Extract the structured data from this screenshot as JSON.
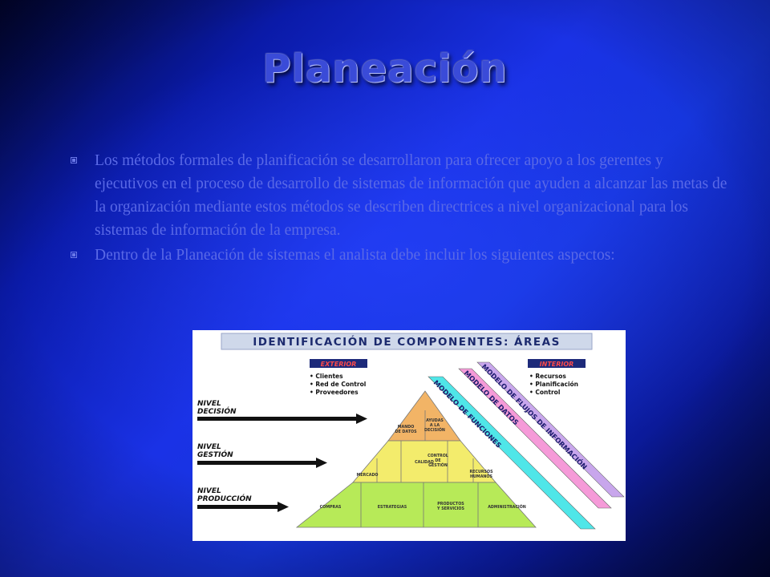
{
  "slide": {
    "title": "Planeación",
    "bullets": [
      "Los métodos formales de planificación se desarrollaron para ofrecer apoyo a los gerentes y ejecutivos en el proceso de desarrollo de sistemas de información que ayuden a alcanzar las metas de la organización mediante estos métodos se describen directrices a nivel organizacional para los sistemas de información de la empresa.",
      "Dentro de la Planeación de sistemas el analista debe incluir los siguientes aspectos:"
    ]
  },
  "figure": {
    "header": "IDENTIFICACIÓN DE COMPONENTES: ÁREAS",
    "exterior": {
      "label": "EXTERIOR",
      "items": [
        "• Clientes",
        "• Red de Control",
        "• Proveedores"
      ]
    },
    "interior": {
      "label": "INTERIOR",
      "items": [
        "• Recursos",
        "• Planificación",
        "• Control"
      ]
    },
    "levels": [
      {
        "line1": "NIVEL",
        "line2": "DECISIÓN"
      },
      {
        "line1": "NIVEL",
        "line2": "GESTIÓN"
      },
      {
        "line1": "NIVEL",
        "line2": "PRODUCCIÓN"
      }
    ],
    "pyramid": {
      "top": [
        "MANDO",
        "DE DATOS"
      ],
      "top_right": [
        "AYUDAS",
        "A LA",
        "DECISIÓN"
      ],
      "mid": [
        "CALIDAD"
      ],
      "mid_right": [
        "CONTROL",
        "DE",
        "GESTIÓN"
      ],
      "mid_left": [
        "MERCADO"
      ],
      "mid_far_right": [
        "RECURSOS",
        "HUMANOS"
      ],
      "bottom": [
        [
          "COMPRAS"
        ],
        [
          "ESTRATEGIAS"
        ],
        [
          "PRODUCTOS",
          "Y SERVICIOS"
        ],
        [
          "ADMINISTRACIÓN"
        ]
      ]
    },
    "bands": [
      "MODELO DE FLUJOS DE INFORMACIÓN",
      "MODELO DE DATOS",
      "MODELO DE FUNCIONES"
    ],
    "colors": {
      "header_bg": "#cfd8ea",
      "header_text": "#1c2a6e",
      "label_bg": "#1d2a7a",
      "label_text": "#ff4a4a",
      "orange": "#f2b466",
      "yellow": "#f3ec6c",
      "green": "#b7ea58",
      "cyan": "#4fe6e8",
      "pink": "#f59ad8",
      "lavender": "#c8a6ec"
    }
  }
}
